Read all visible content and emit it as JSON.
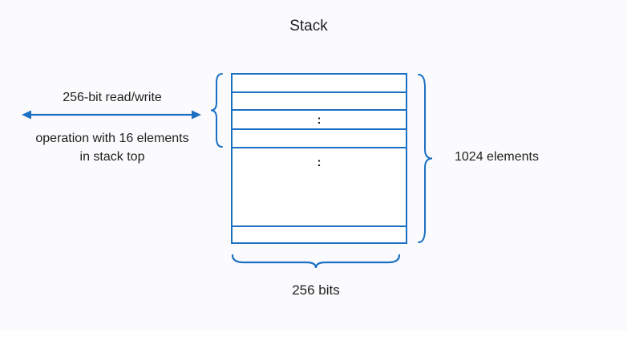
{
  "title": "Stack",
  "diagram": {
    "left_annotation": {
      "line1": "256-bit read/write",
      "line2": "operation with 16 elements",
      "line3": "in stack top"
    },
    "stack_box": {
      "ellipsis_top": ":",
      "ellipsis_middle": ":"
    },
    "right_annotation": "1024 elements",
    "bottom_annotation": "256 bits"
  },
  "icons": {
    "double-arrow-icon": "horizontal double-headed arrow",
    "brace-left-icon": "left curly brace spanning top 4 stack rows",
    "brace-right-icon": "right curly brace spanning whole stack",
    "brace-bottom-icon": "bottom curly brace spanning stack width"
  },
  "colors": {
    "accent_blue": "#1b70c3",
    "text": "#212121",
    "box_fill": "#ffffff",
    "background": "#fbfbfd"
  }
}
